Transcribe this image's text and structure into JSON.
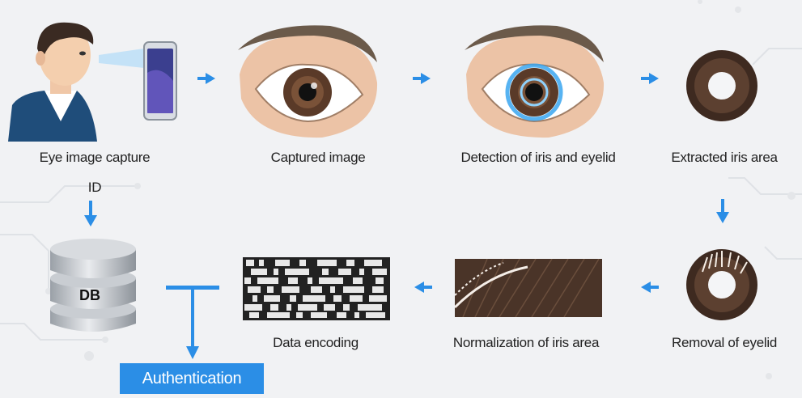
{
  "steps": {
    "capture": "Eye image capture",
    "captured": "Captured image",
    "detection": "Detection of iris and eyelid",
    "extracted": "Extracted iris area",
    "removal": "Removal of eyelid",
    "normalization": "Normalization of iris area",
    "encoding": "Data encoding"
  },
  "id_label": "ID",
  "db_label": "DB",
  "auth_label": "Authentication",
  "colors": {
    "arrow": "#2b8ee6",
    "background": "#f1f2f4",
    "iris_brown": "#4a3428",
    "detection_ring": "#3aa6f0"
  }
}
